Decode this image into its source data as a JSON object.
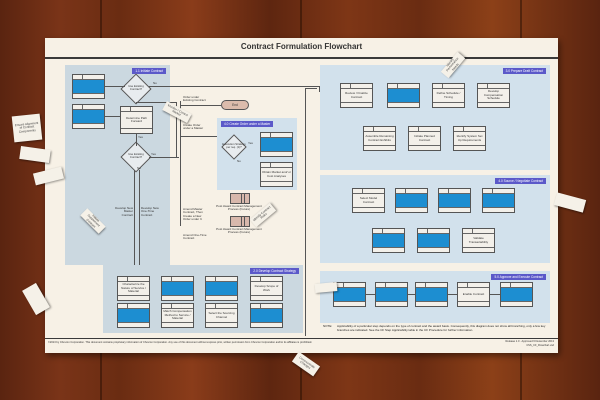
{
  "poster": {
    "title": "Contract Formulation Flowchart",
    "lanes": {
      "initiate": "1.1 Initiate Contract",
      "order": "4.0 Create Order under a Master",
      "strategy": "2.0 Develop Contract Strategy",
      "draft": "3.0 Prepare Draft Contract",
      "source": "4.0 Source / Negotiate Contract",
      "approve": "5.0 Approve and Execute Contract"
    },
    "decisions": {
      "d1": "Use Existing Contract?",
      "d2": "Use Existing Contract?",
      "d3": "Execution Strategy per req. (1)?"
    },
    "flow_labels": {
      "no1": "No",
      "yes1": "Yes",
      "yes2": "Yes",
      "no2": "No",
      "yes3": "Yes",
      "no3": "No",
      "order_existing": "Order under Existing Contract",
      "create_order": "Create Order under a Master",
      "amend_master": "Amend Master Contract, Then Create a New Order under It",
      "amend_onetime": "Amend One-Time Contract",
      "dev_master": "Develop New Master Contract",
      "dev_onetime": "Develop New One-Time Contract"
    },
    "end_label": "End",
    "process_boxes": {
      "determine_path": "Determine Path Forward",
      "obtain_market": "Obtain Market and/ or Cost Analyses",
      "characterize": "Characterize the Nature of Service / Material",
      "scope_work": "Develop Scope of Work",
      "match_comp": "Match Compensation Method to Service / Material",
      "select_channel": "Select the Sourcing Channel",
      "review_finalize": "Review / Finalize Contract",
      "define_schedule": "Define Schedule / Timing",
      "develop_comp": "Develop Compensation Schedule",
      "assemble_exhibits": "Assemble Remaining Contract Exhibits",
      "initiate_planned": "Initiate Planned Contract",
      "identify_system": "Identify System Set Up Requirements",
      "select_model": "Select Model Contract",
      "validate_trans": "Validate Transactability",
      "enable_contract": "Enable Contract"
    },
    "post_award": [
      "Post Award Contract Management Process (Future)",
      "Post Award Contract Management Process (Future)"
    ],
    "note_label": "NOTE:",
    "note_text": "Applicability of a particular step depends on the type of contract and the award basis. Consequently, this diagram does not show all branching, only a few key branches are indicated. See the CF Step Applicability table in the CF Procedure for further information.",
    "footer_left": "©2013 by Chevron Corporation. This document contains proprietary information of Chevron Corporation. Any use of this document without express prior, written permission from Chevron Corporation and/or its affiliates is prohibited.",
    "footer_right_1": "Release 1.0 · Approved 6 December 2013",
    "footer_right_2": "CSS_CF_Flowchart.vsd"
  },
  "loose_cards": [
    "Ensure Alignment of Contract Components",
    "",
    "",
    "Monitor / Control Market",
    "Identify Contract Risks",
    "Initiate Supplement Contract",
    "Identify Performance Needs",
    "",
    "",
    "Communicate Changes"
  ]
}
